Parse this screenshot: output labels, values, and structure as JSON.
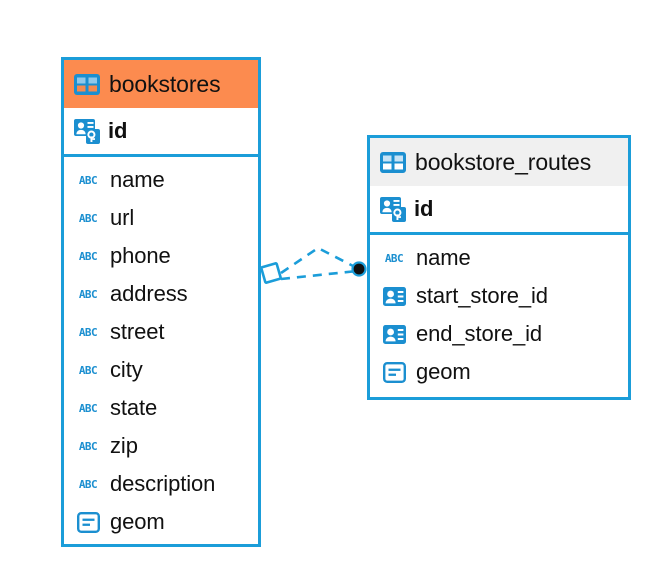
{
  "diagram": {
    "type": "entity-relationship-diagram",
    "background": "#ffffff",
    "accent_color": "#1b9dd9",
    "selected_header_color": "#fc8b4f",
    "unselected_header_color": "#f0f0f0",
    "icon_blue": "#1b8fd0"
  },
  "entities": [
    {
      "name": "bookstores",
      "selected": true,
      "primary_keys": [
        {
          "label": "id",
          "icon": "primary-key-icon"
        }
      ],
      "fields": [
        {
          "label": "name",
          "icon": "abc-text-icon",
          "icon_text": "ABC"
        },
        {
          "label": "url",
          "icon": "abc-text-icon",
          "icon_text": "ABC"
        },
        {
          "label": "phone",
          "icon": "abc-text-icon",
          "icon_text": "ABC"
        },
        {
          "label": "address",
          "icon": "abc-text-icon",
          "icon_text": "ABC"
        },
        {
          "label": "street",
          "icon": "abc-text-icon",
          "icon_text": "ABC"
        },
        {
          "label": "city",
          "icon": "abc-text-icon",
          "icon_text": "ABC"
        },
        {
          "label": "state",
          "icon": "abc-text-icon",
          "icon_text": "ABC"
        },
        {
          "label": "zip",
          "icon": "abc-text-icon",
          "icon_text": "ABC"
        },
        {
          "label": "description",
          "icon": "abc-text-icon",
          "icon_text": "ABC"
        },
        {
          "label": "geom",
          "icon": "geometry-icon"
        }
      ]
    },
    {
      "name": "bookstore_routes",
      "selected": false,
      "primary_keys": [
        {
          "label": "id",
          "icon": "primary-key-icon"
        }
      ],
      "fields": [
        {
          "label": "name",
          "icon": "abc-text-icon",
          "icon_text": "ABC"
        },
        {
          "label": "start_store_id",
          "icon": "foreign-key-icon"
        },
        {
          "label": "end_store_id",
          "icon": "foreign-key-icon"
        },
        {
          "label": "geom",
          "icon": "geometry-icon"
        }
      ]
    }
  ],
  "relationship": {
    "from_entity": "bookstores",
    "to_entity": "bookstore_routes",
    "from_marker": "diamond-outline",
    "to_marker": "filled-circle",
    "line_style": "dashed",
    "line_color": "#1b9dd9"
  }
}
